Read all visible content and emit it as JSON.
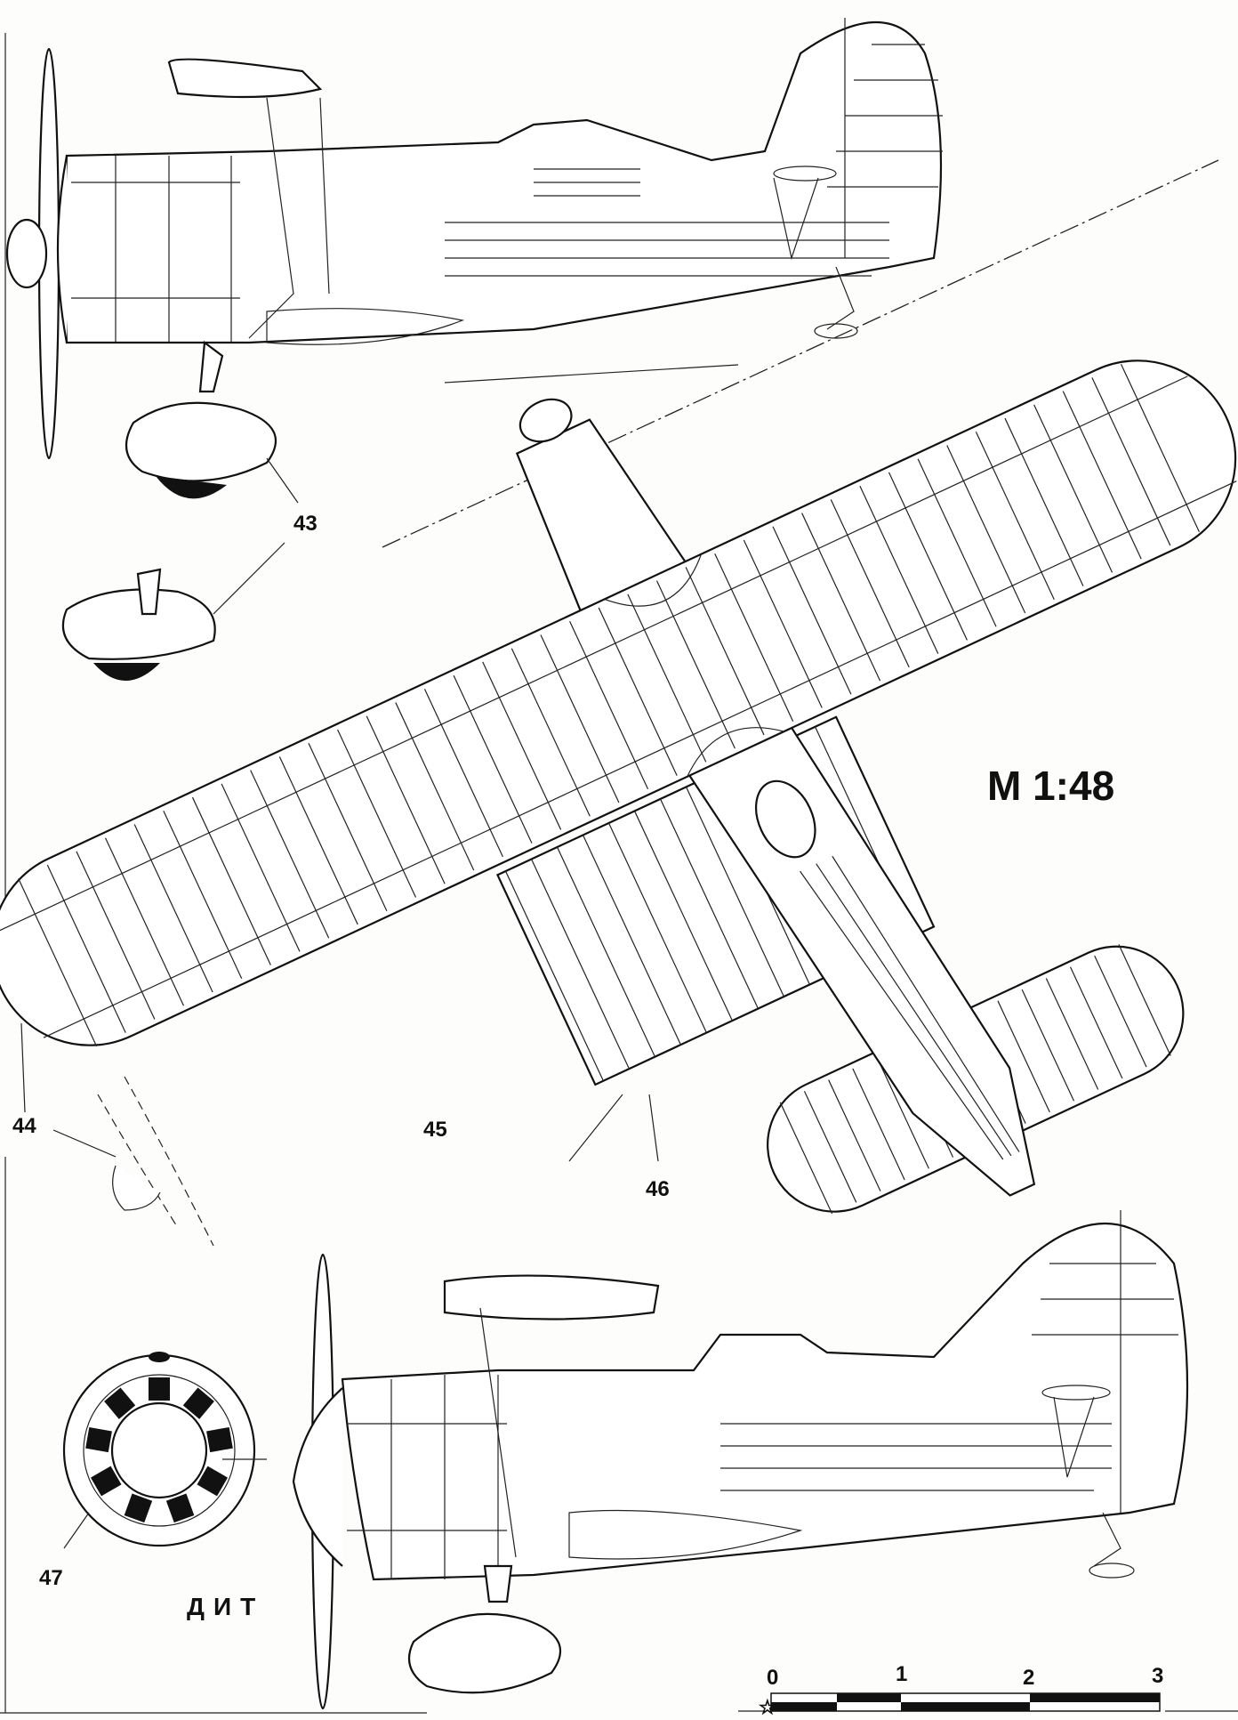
{
  "drawing": {
    "scale_title": "M 1:48",
    "author": "ДИТ",
    "callouts": [
      "43",
      "44",
      "45",
      "46",
      "47"
    ],
    "scale_bar": {
      "ticks": [
        "0",
        "1",
        "2",
        "3"
      ],
      "unit_icon": "star-icon"
    }
  }
}
